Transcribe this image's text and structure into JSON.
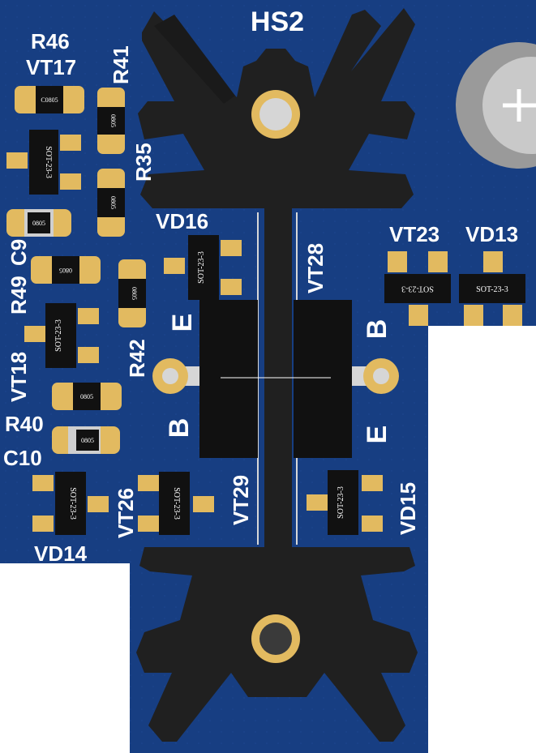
{
  "board": {
    "heatsink_label": "HS2",
    "pin_labels": {
      "e_left": "E",
      "b_left": "B",
      "b_right": "B",
      "e_right": "E"
    },
    "designators": {
      "r46": "R46",
      "vt17": "VT17",
      "r41": "R41",
      "r35": "R35",
      "c9": "C9",
      "r49": "R49",
      "vt18": "VT18",
      "r42": "R42",
      "r40": "R40",
      "c10": "C10",
      "vd14": "VD14",
      "vt26": "VT26",
      "vt29": "VT29",
      "vt28": "VT28",
      "vd16": "VD16",
      "vt23": "VT23",
      "vd13": "VD13",
      "vd15": "VD15"
    },
    "packages": {
      "sot": "SOT-23-3",
      "r0805": "0805",
      "c0805": "C0805"
    },
    "colors": {
      "substrate": "#173e82",
      "pad": "#e2ba60",
      "heatsink": "#202020",
      "silkscreen": "#ffffff",
      "chip_body": "#111111"
    }
  }
}
